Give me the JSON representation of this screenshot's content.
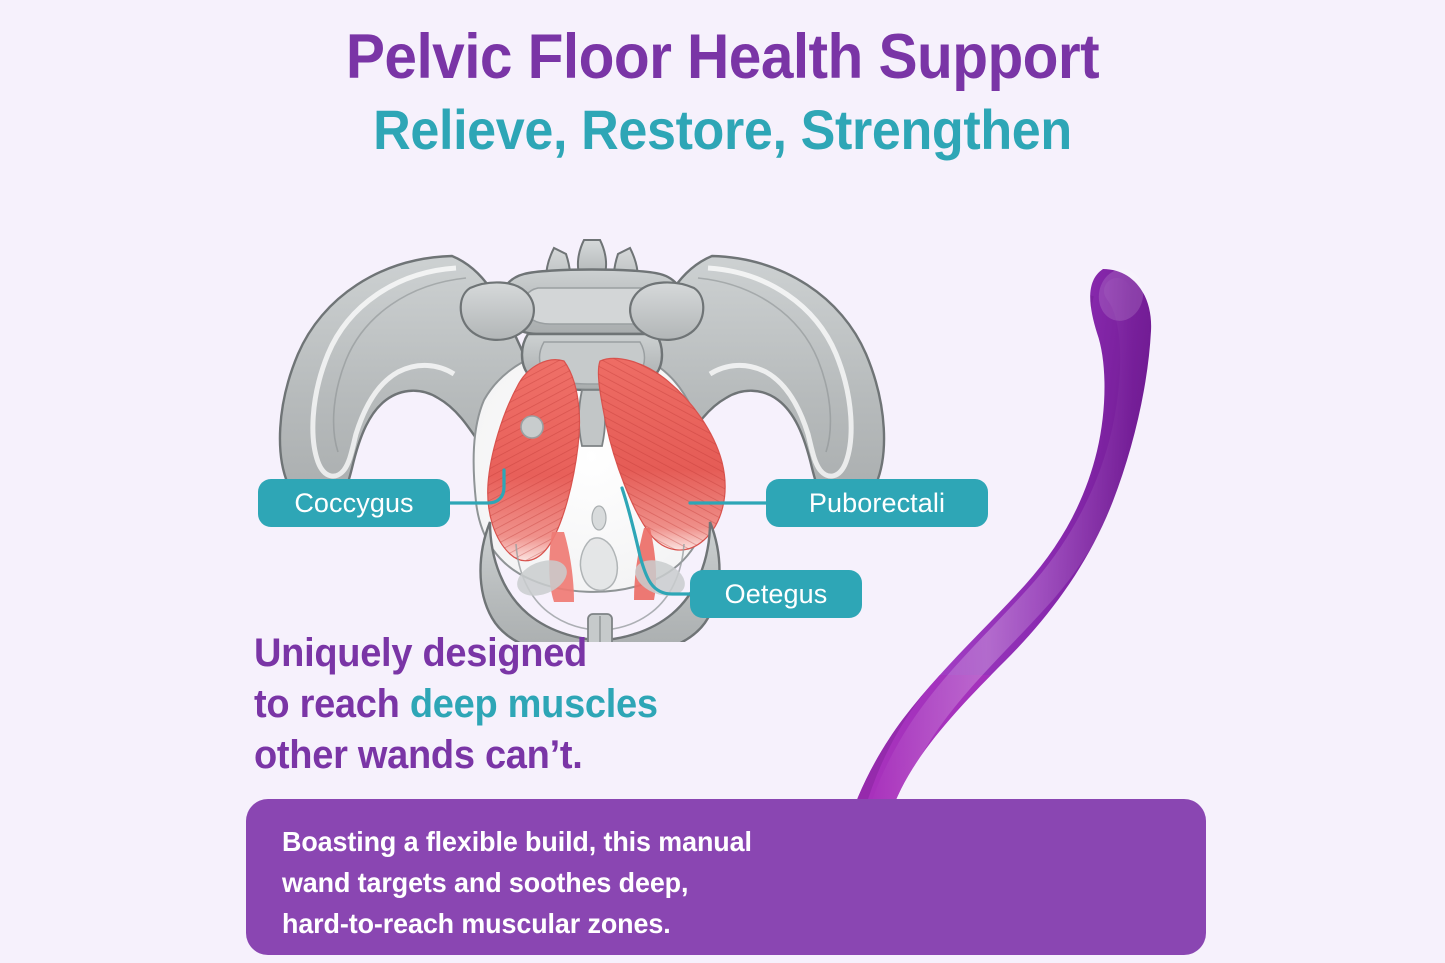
{
  "headings": {
    "title": "Pelvic Floor Health Support",
    "subtitle": "Relieve, Restore, Strengthen"
  },
  "anatomy": {
    "figure_name": "female-pelvis-pelvic-floor-muscles",
    "labels": [
      {
        "id": "coccygus",
        "text": "Coccygus"
      },
      {
        "id": "puborectali",
        "text": "Puborectali"
      },
      {
        "id": "oetegus",
        "text": "Oetegus"
      }
    ]
  },
  "tagline": {
    "line1": "Uniquely designed",
    "line2_before": "to reach ",
    "line2_highlight": "deep muscles",
    "line3": "other wands can’t."
  },
  "description": {
    "line1": "Boasting a flexible build, this manual",
    "line2": "wand targets and soothes deep,",
    "line3": "hard-to-reach muscular zones."
  },
  "product": {
    "name": "pelvic-wand",
    "shape": "s-curved manual wand"
  },
  "colors": {
    "background": "#f6f1fc",
    "title_purple": "#7a35a6",
    "teal": "#2ea6b6",
    "box_purple": "#8a46b2",
    "wand_purple": "#8d2eb4",
    "wand_magenta": "#b52bb4",
    "muscle_red": "#e8655f",
    "bone_grey": "#b9bdbe"
  }
}
